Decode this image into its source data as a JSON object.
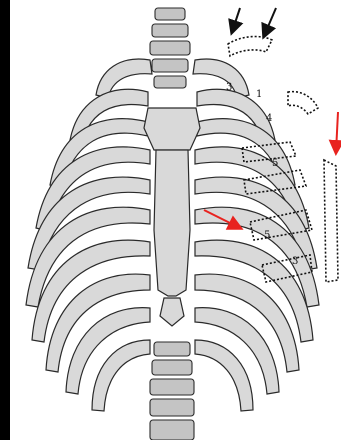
{
  "rib_labels": [
    "1",
    "3",
    "4",
    "5",
    "5",
    "3"
  ],
  "colors": {
    "background": "#000000",
    "bone": "#d9d9d9",
    "outline": "#2a2a2a",
    "black_arrow": "#111111",
    "red_arrow": "#e8231f"
  }
}
